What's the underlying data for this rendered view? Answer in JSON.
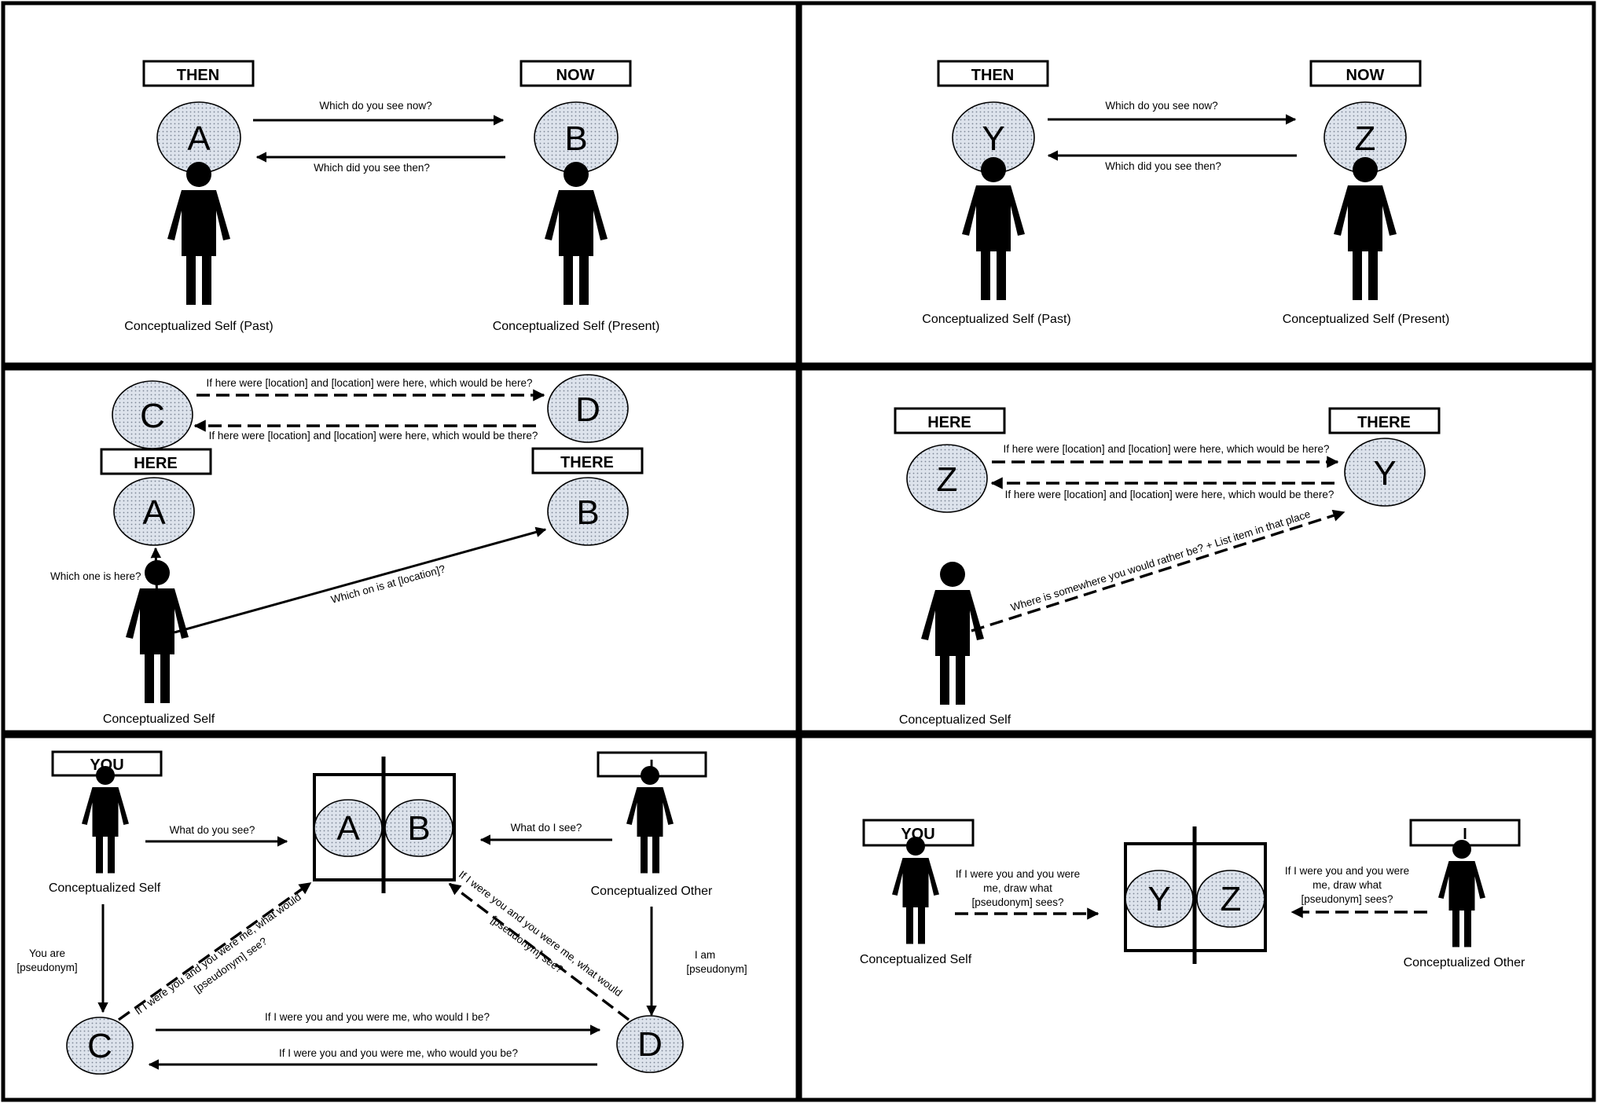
{
  "panel1": {
    "then_label": "THEN",
    "now_label": "NOW",
    "left_letter": "A",
    "right_letter": "B",
    "arrow_forward": "Which do you see now?",
    "arrow_back": "Which did you see then?",
    "caption_left": "Conceptualized Self (Past)",
    "caption_right": "Conceptualized Self (Present)"
  },
  "panel2": {
    "then_label": "THEN",
    "now_label": "NOW",
    "left_letter": "Y",
    "right_letter": "Z",
    "arrow_forward": "Which do you see now?",
    "arrow_back": "Which did you see then?",
    "caption_left": "Conceptualized Self (Past)",
    "caption_right": "Conceptualized Self (Present)"
  },
  "panel3": {
    "top_left_letter": "C",
    "top_right_letter": "D",
    "here_label": "HERE",
    "there_label": "THERE",
    "here_letter": "A",
    "there_letter": "B",
    "dashed_forward": "If here were [location] and [location] were here, which would be here?",
    "dashed_back": "If here were [location] and [location] were here, which would be there?",
    "up_arrow_label": "Which one is here?",
    "diag_arrow_label": "Which on is at [location]?",
    "caption": "Conceptualized Self"
  },
  "panel4": {
    "here_label": "HERE",
    "there_label": "THERE",
    "here_letter": "Z",
    "there_letter": "Y",
    "dashed_forward": "If here were [location] and [location] were here, which would be here?",
    "dashed_back": "If here were [location] and [location] were here, which would be there?",
    "diag_label": "Where is somewhere you would rather be? + List item in that place",
    "caption": "Conceptualized Self"
  },
  "panel5": {
    "you_label": "YOU",
    "i_label": "I",
    "center_left_letter": "A",
    "center_right_letter": "B",
    "what_you_see": "What do you see?",
    "what_i_see": "What do I see?",
    "caption_self": "Conceptualized Self",
    "caption_other": "Conceptualized Other",
    "you_are_line1": "You are",
    "you_are_line2": "[pseudonym]",
    "i_am_line1": "I am",
    "i_am_line2": "[pseudonym]",
    "bottom_left_letter": "C",
    "bottom_right_letter": "D",
    "diag_left_line1": "If I were you and you were me, what would",
    "diag_left_line2": "[pseudonym] see?",
    "diag_right_line1": "If I were you and you were me, what would",
    "diag_right_line2": "[pseudonym] see?",
    "who_would_i_be": "If I were you and you were me, who would I be?",
    "who_would_you_be": "If I were you and you were me, who would you be?"
  },
  "panel6": {
    "you_label": "YOU",
    "i_label": "I",
    "center_left_letter": "Y",
    "center_right_letter": "Z",
    "left_prompt_line1": "If I were you and you were",
    "left_prompt_line2": "me, draw what",
    "left_prompt_line3": "[pseudonym] sees?",
    "right_prompt_line1": "If I were you and you were",
    "right_prompt_line2": "me, draw what",
    "right_prompt_line3": "[pseudonym] sees?",
    "caption_self": "Conceptualized Self",
    "caption_other": "Conceptualized Other"
  }
}
